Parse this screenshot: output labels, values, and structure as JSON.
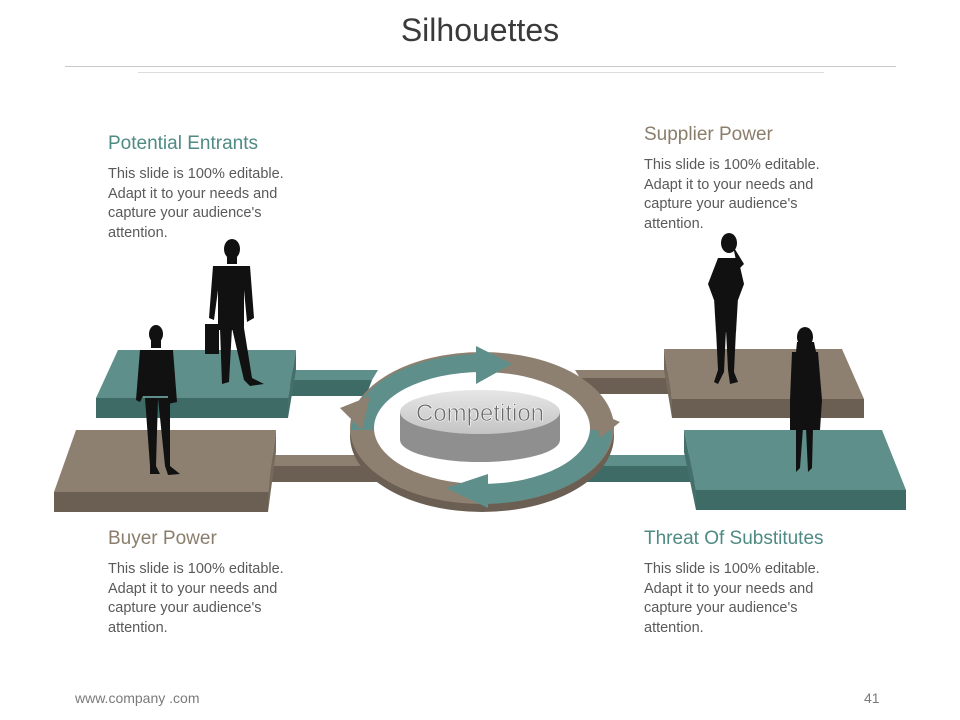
{
  "slide": {
    "title": "Silhouettes",
    "footer_url": "www.company .com",
    "page_number": "41"
  },
  "center": {
    "label": "Competition"
  },
  "sections": {
    "potential_entrants": {
      "heading": "Potential Entrants",
      "body": "This slide is 100% editable. Adapt it to your needs and capture your audience's attention."
    },
    "supplier_power": {
      "heading": "Supplier Power",
      "body": "This slide is 100% editable. Adapt it to your needs and capture your audience's attention."
    },
    "buyer_power": {
      "heading": "Buyer Power",
      "body": "This slide is 100% editable. Adapt it to your needs and capture your audience's attention."
    },
    "threat_of_substitutes": {
      "heading": "Threat Of Substitutes",
      "body": "This slide is 100% editable. Adapt it to your needs and capture your audience's attention."
    }
  },
  "colors": {
    "teal": "#5e8f8a",
    "teal_dark": "#3f6b66",
    "taupe": "#8d8070",
    "taupe_dark": "#6a5f52",
    "center_disc": "#c9c9c9",
    "silhouette": "#111111"
  }
}
